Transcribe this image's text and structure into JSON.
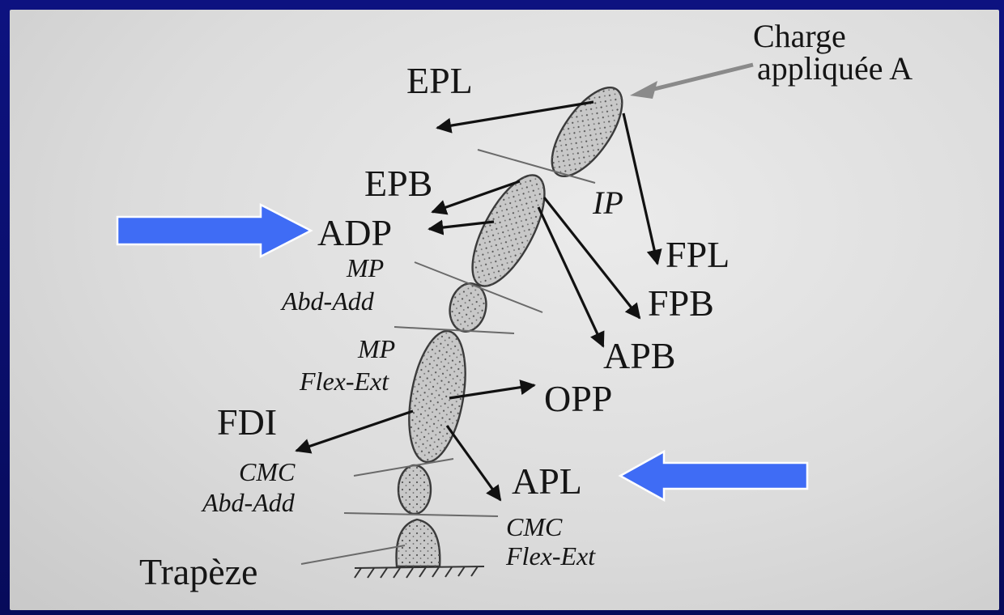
{
  "colors": {
    "background": "#0a0f6e",
    "paper": "#dcdcdc",
    "ink": "#151515",
    "highlight_arrow": "#3f6cf5"
  },
  "labels": {
    "load": [
      "Charge",
      "appliquée A"
    ],
    "epl": "EPL",
    "epb": "EPB",
    "adp": "ADP",
    "ip": "IP",
    "fpl": "FPL",
    "fpb": "FPB",
    "apb": "APB",
    "mp_abd_add": [
      "MP",
      "Abd-Add"
    ],
    "mp_flex_ext": [
      "MP",
      "Flex-Ext"
    ],
    "opp": "OPP",
    "fdi": "FDI",
    "apl": "APL",
    "cmc_abd_add": [
      "CMC",
      "Abd-Add"
    ],
    "cmc_flex_ext": [
      "CMC",
      "Flex-Ext"
    ],
    "trapeze": "Trapèze"
  },
  "highlight_arrows": [
    {
      "target": "ADP",
      "direction": "right"
    },
    {
      "target": "APL",
      "direction": "left"
    }
  ]
}
